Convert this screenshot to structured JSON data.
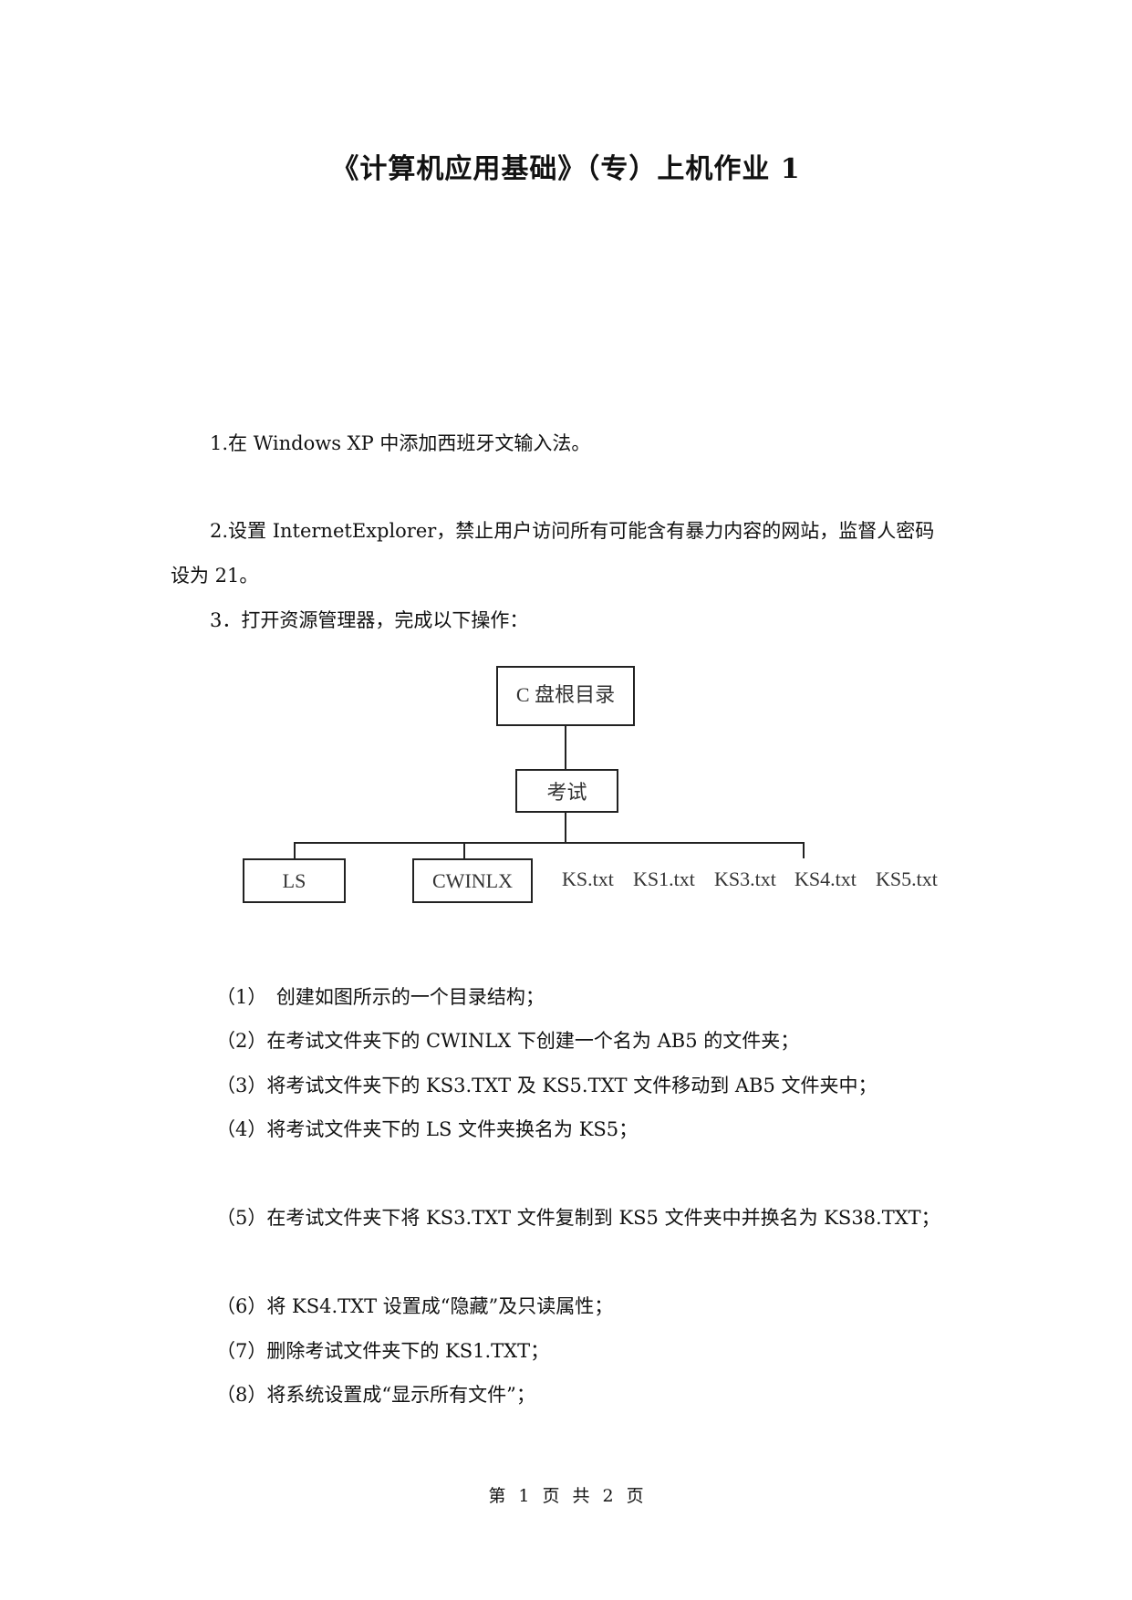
{
  "document": {
    "title": "《计算机应用基础》（专）上机作业 1"
  },
  "items": {
    "q1": "1.在 Windows XP 中添加西班牙文输入法。",
    "q2_line1": "2.设置 InternetExplorer，禁止用户访问所有可能含有暴力内容的网站，监督人密码",
    "q2_line2": "设为 21。",
    "q3": "3．打开资源管理器，完成以下操作："
  },
  "diagram": {
    "root": "C 盘根目录",
    "exam": "考试",
    "folders": [
      "LS",
      "CWINLX"
    ],
    "files": [
      "KS.txt",
      "KS1.txt",
      "KS3.txt",
      "KS4.txt",
      "KS5.txt"
    ]
  },
  "steps": [
    "（1）　创建如图所示的一个目录结构；",
    "（2）在考试文件夹下的 CWINLX 下创建一个名为 AB5 的文件夹；",
    "（3）将考试文件夹下的 KS3.TXT 及 KS5.TXT 文件移动到 AB5 文件夹中；",
    "（4）将考试文件夹下的 LS 文件夹换名为 KS5；",
    "（5）在考试文件夹下将 KS3.TXT 文件复制到 KS5 文件夹中并换名为 KS38.TXT；",
    "（6）将 KS4.TXT 设置成“隐藏”及只读属性；",
    "（7）删除考试文件夹下的 KS1.TXT；",
    "（8）将系统设置成“显示所有文件”；"
  ],
  "footer": {
    "page_indicator": "第 1 页 共 2 页"
  }
}
